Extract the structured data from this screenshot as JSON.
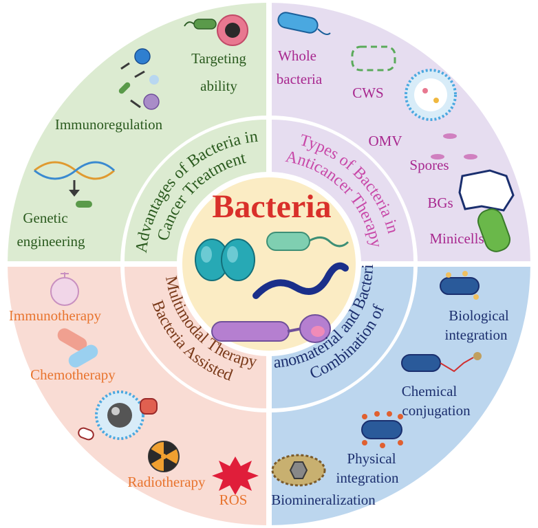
{
  "center": {
    "title": "Bacteria"
  },
  "quadrants": {
    "advantages": {
      "title": "Advantages of Bacteria in Cancer Treatment",
      "title_line1": "Advantages of Bacteria in",
      "title_line2": "Cancer Treatment",
      "items": {
        "targeting_line1": "Targeting",
        "targeting_line2": "ability",
        "immunoregulation": "Immunoregulation",
        "genetic_line1": "Genetic",
        "genetic_line2": "engineering"
      }
    },
    "types": {
      "title": "Types of Bacteria in Anticancer Therapy",
      "title_line1": "Types of Bacteria in",
      "title_line2": "Anticancer Therapy",
      "items": {
        "whole_line1": "Whole",
        "whole_line2": "bacteria",
        "cws": "CWS",
        "omv": "OMV",
        "spores": "Spores",
        "bgs": "BGs",
        "minicells": "Minicells"
      }
    },
    "multimodal": {
      "title": "Bacteria Assisted Multimodal Therapy",
      "title_line1": "Bacteria Assisted",
      "title_line2": "Multimodal Therapy",
      "items": {
        "immunotherapy": "Immunotherapy",
        "chemotherapy": "Chemotherapy",
        "radiotherapy": "Radiotherapy",
        "ros": "ROS"
      }
    },
    "combination": {
      "title": "Combination of Nanomaterial and Bacteria",
      "title_line1": "Combination of",
      "title_line2": "Nanomaterial and Bacteria",
      "items": {
        "biological_line1": "Biological",
        "biological_line2": "integration",
        "chemical_line1": "Chemical",
        "chemical_line2": "conjugation",
        "physical_line1": "Physical",
        "physical_line2": "integration",
        "biomineralization": "Biomineralization"
      }
    }
  },
  "colors": {
    "green_sector": "#dcebd1",
    "purple_sector": "#e6ddf0",
    "pink_sector": "#f9dcd4",
    "blue_sector": "#bcd6ee",
    "center_fill": "#fbecc4",
    "title_red": "#d9302a",
    "green_text": "#2a5a1e",
    "magenta_text": "#a8288f",
    "pink_title": "#c848a8",
    "orange_text": "#e8742e",
    "brown_title": "#7a3a1a",
    "navy_text": "#1c2f6e"
  }
}
